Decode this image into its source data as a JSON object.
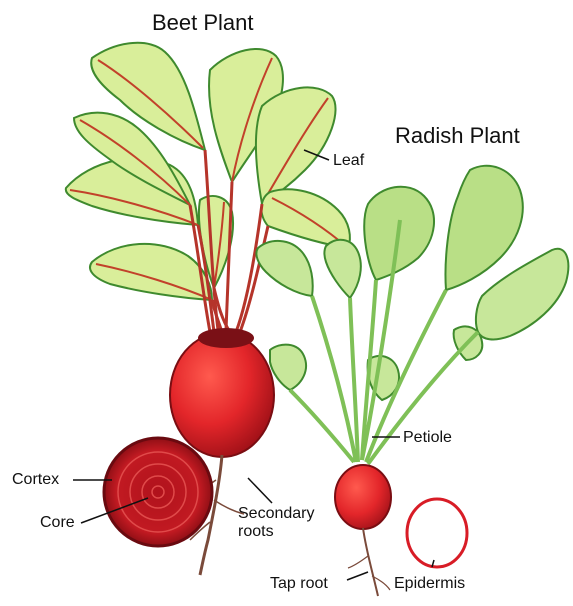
{
  "titles": {
    "beet": "Beet Plant",
    "radish": "Radish Plant"
  },
  "labels": {
    "leaf": "Leaf",
    "petiole": "Petiole",
    "cortex": "Cortex",
    "core": "Core",
    "secondary_roots_line1": "Secondary",
    "secondary_roots_line2": "roots",
    "tap_root": "Tap root",
    "epidermis": "Epidermis"
  },
  "colors": {
    "leaf_fill": "#d9ee9a",
    "leaf_edge": "#3f8a2e",
    "beet_vein": "#c2412a",
    "radish_leaf": "#b9df86",
    "stem_green": "#7fc057",
    "beet_red": "#e3262a",
    "beet_dark": "#8a0d14",
    "root_brown": "#7a4a3a"
  }
}
